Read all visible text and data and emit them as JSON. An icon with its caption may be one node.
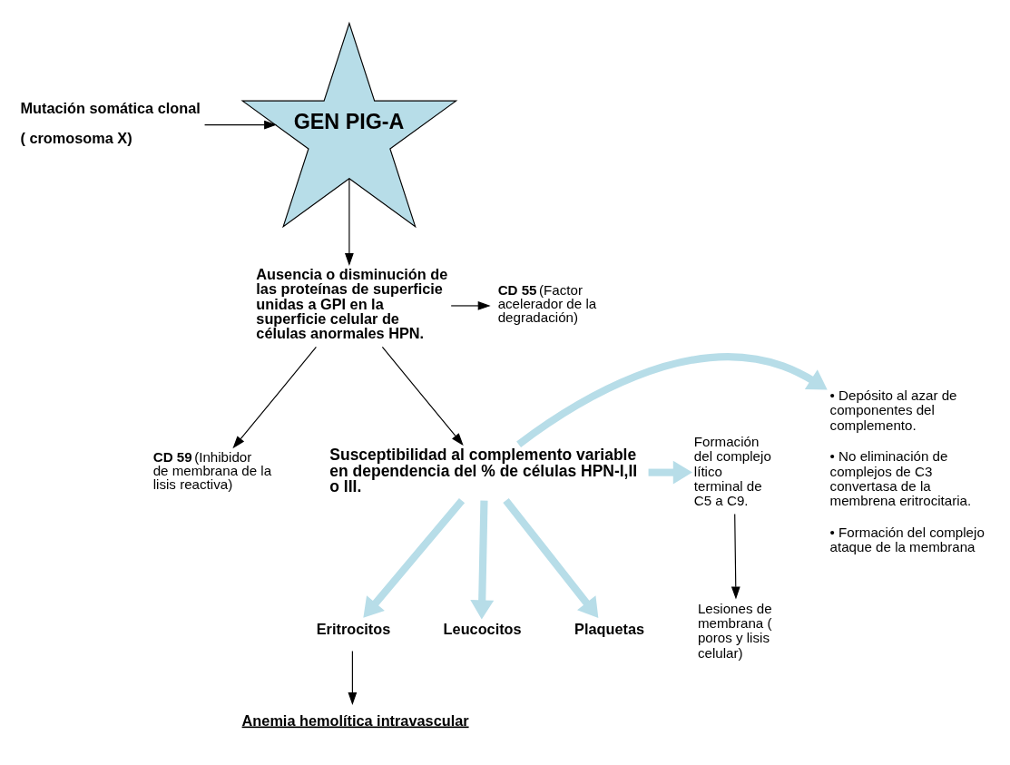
{
  "diagram": {
    "nodes": [
      {
        "text": [
          "Mutación somática clonal",
          "( cromosoma X)"
        ]
      },
      {
        "text": [
          "GEN PIG-A"
        ]
      },
      {
        "text": [
          "**CD 55** (Factor acelerador de la degradación)"
        ]
      },
      {
        "text": [
          "**CD 59** (Inhibidor de membrana de la lisis reactiva)"
        ]
      },
      {
        "text": [
          "Ausencia o disminución de las proteínas de superficie unidas a GPI en la superficie celular de células anormales HPN."
        ]
      },
      {
        "text": [
          "Susceptibilidad al complemento variable en dependencia del % de células HPN-I,II o III."
        ]
      },
      {
        "text": [
          "• Depósito al azar de componentes del complemento.",
          "• No eliminación de complejos de C3 convertasa de la membrena eritrocitaria.",
          "• Formación del complejo ataque de la membrana"
        ]
      },
      {
        "text": [
          "Formación del complejo lítico terminal de C5 a C9."
        ]
      },
      {
        "text": [
          "Lesiones de membrana ( poros y lisis celular)"
        ]
      },
      {
        "text": [
          "Eritrocitos"
        ]
      },
      {
        "text": [
          "Leucocitos"
        ]
      },
      {
        "text": [
          "Plaquetas"
        ]
      },
      {
        "text": [
          "Anemia hemolítica intravascular"
        ]
      }
    ],
    "edges": [
      {
        "from": 0,
        "to": 1,
        "arrow": "to"
      },
      {
        "from": 1,
        "to": 4,
        "arrow": "to"
      },
      {
        "from": 4,
        "to": 2,
        "arrow": "to"
      },
      {
        "from": 4,
        "to": 3,
        "arrow": "to"
      },
      {
        "from": 4,
        "to": 5,
        "arrow": "to"
      },
      {
        "from": 5,
        "to": 6,
        "arrow": "to",
        "style": "thick",
        "color": "#b7dde8"
      },
      {
        "from": 5,
        "to": 7,
        "arrow": "to",
        "style": "thick",
        "color": "#b7dde8"
      },
      {
        "from": 7,
        "to": 8,
        "arrow": "to"
      },
      {
        "from": 5,
        "to": 9,
        "arrow": "to",
        "style": "thick",
        "color": "#b7dde8"
      },
      {
        "from": 5,
        "to": 10,
        "arrow": "to",
        "style": "thick",
        "color": "#b7dde8"
      },
      {
        "from": 5,
        "to": 11,
        "arrow": "to",
        "style": "thick",
        "color": "#b7dde8"
      },
      {
        "from": 9,
        "to": 12,
        "arrow": "to"
      }
    ]
  }
}
